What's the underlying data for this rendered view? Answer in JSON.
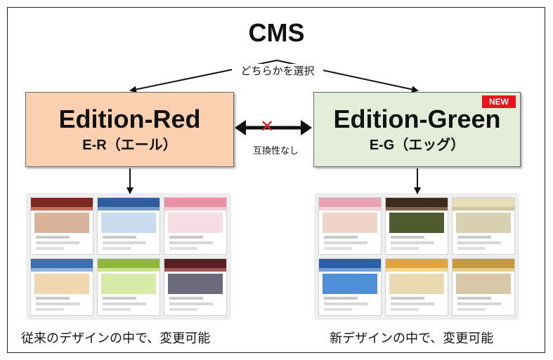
{
  "title": "CMS",
  "choose_label": "どちらかを選択",
  "red": {
    "name": "Edition-Red",
    "sub": "E-R（エール）",
    "color": "#fad0b0"
  },
  "green": {
    "name": "Edition-Green",
    "sub": "E-G（エッグ）",
    "badge": "NEW",
    "color": "#e4edd9"
  },
  "incompatible_label": "互換性なし",
  "captions": {
    "red": "従来のデザインの中で、変更可能",
    "green": "新デザインの中で、変更可能"
  },
  "red_thumbs": [
    {
      "name": "template-thumb-red-1",
      "header": "#7a2a20",
      "accent": "#b9563a",
      "hero": "#d9b49a"
    },
    {
      "name": "template-thumb-red-2",
      "header": "#2e5e9c",
      "accent": "#5b8ac4",
      "hero": "#c9dcef"
    },
    {
      "name": "template-thumb-red-3",
      "header": "#e891a6",
      "accent": "#f4c1cc",
      "hero": "#f6dde3"
    },
    {
      "name": "template-thumb-red-4",
      "header": "#3d6fb0",
      "accent": "#7fa6d6",
      "hero": "#f0d7b0"
    },
    {
      "name": "template-thumb-red-5",
      "header": "#8fb73a",
      "accent": "#c6dd7a",
      "hero": "#d8eaa8"
    },
    {
      "name": "template-thumb-red-6",
      "header": "#5a1e22",
      "accent": "#8c3b38",
      "hero": "#6a6a7a"
    }
  ],
  "green_thumbs": [
    {
      "name": "template-thumb-green-1",
      "header": "#e6a1b5",
      "accent": "#f2c9d4",
      "hero": "#eed5c8"
    },
    {
      "name": "template-thumb-green-2",
      "header": "#3c2b1c",
      "accent": "#6b4a2a",
      "hero": "#4f5a2e"
    },
    {
      "name": "template-thumb-green-3",
      "header": "#e5dcb8",
      "accent": "#c9b98a",
      "hero": "#d8d0b0"
    },
    {
      "name": "template-thumb-green-4",
      "header": "#2b5fa8",
      "accent": "#5a8fd0",
      "hero": "#4f8fd8"
    },
    {
      "name": "template-thumb-green-5",
      "header": "#e0a23a",
      "accent": "#f0cf7a",
      "hero": "#e8d9b0"
    },
    {
      "name": "template-thumb-green-6",
      "header": "#c69a3a",
      "accent": "#e2c47a",
      "hero": "#d8c8a8"
    }
  ],
  "arrow_color": "#111111",
  "x_color": "#e8141b"
}
